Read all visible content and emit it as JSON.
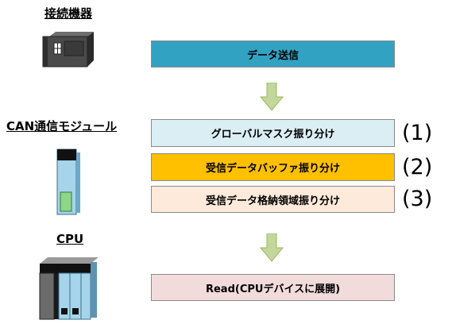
{
  "sections": {
    "device": "接続機器",
    "can_module": "CAN通信モジュール",
    "cpu": "CPU"
  },
  "boxes": {
    "data_send": "データ送信",
    "global_mask": "グローバルマスク振り分け",
    "receive_buffer": "受信データバッファ振り分け",
    "storage_area": "受信データ格納領域振り分け",
    "read": "Read(CPUデバイスに展開)"
  },
  "numbers": {
    "n1": "(1)",
    "n2": "(2)",
    "n3": "(3)"
  },
  "colors": {
    "data_send_fill": "#31a2c2",
    "global_mask_fill": "#dbeef4",
    "receive_buffer_fill": "#ffc000",
    "storage_area_fill": "#fdeada",
    "read_fill": "#f2dcdb",
    "arrow_fill": "#c3d69b"
  },
  "icons": {
    "device": "connected-device-icon",
    "module": "can-module-icon",
    "cpu": "cpu-unit-icon",
    "arrow": "down-arrow-icon"
  }
}
